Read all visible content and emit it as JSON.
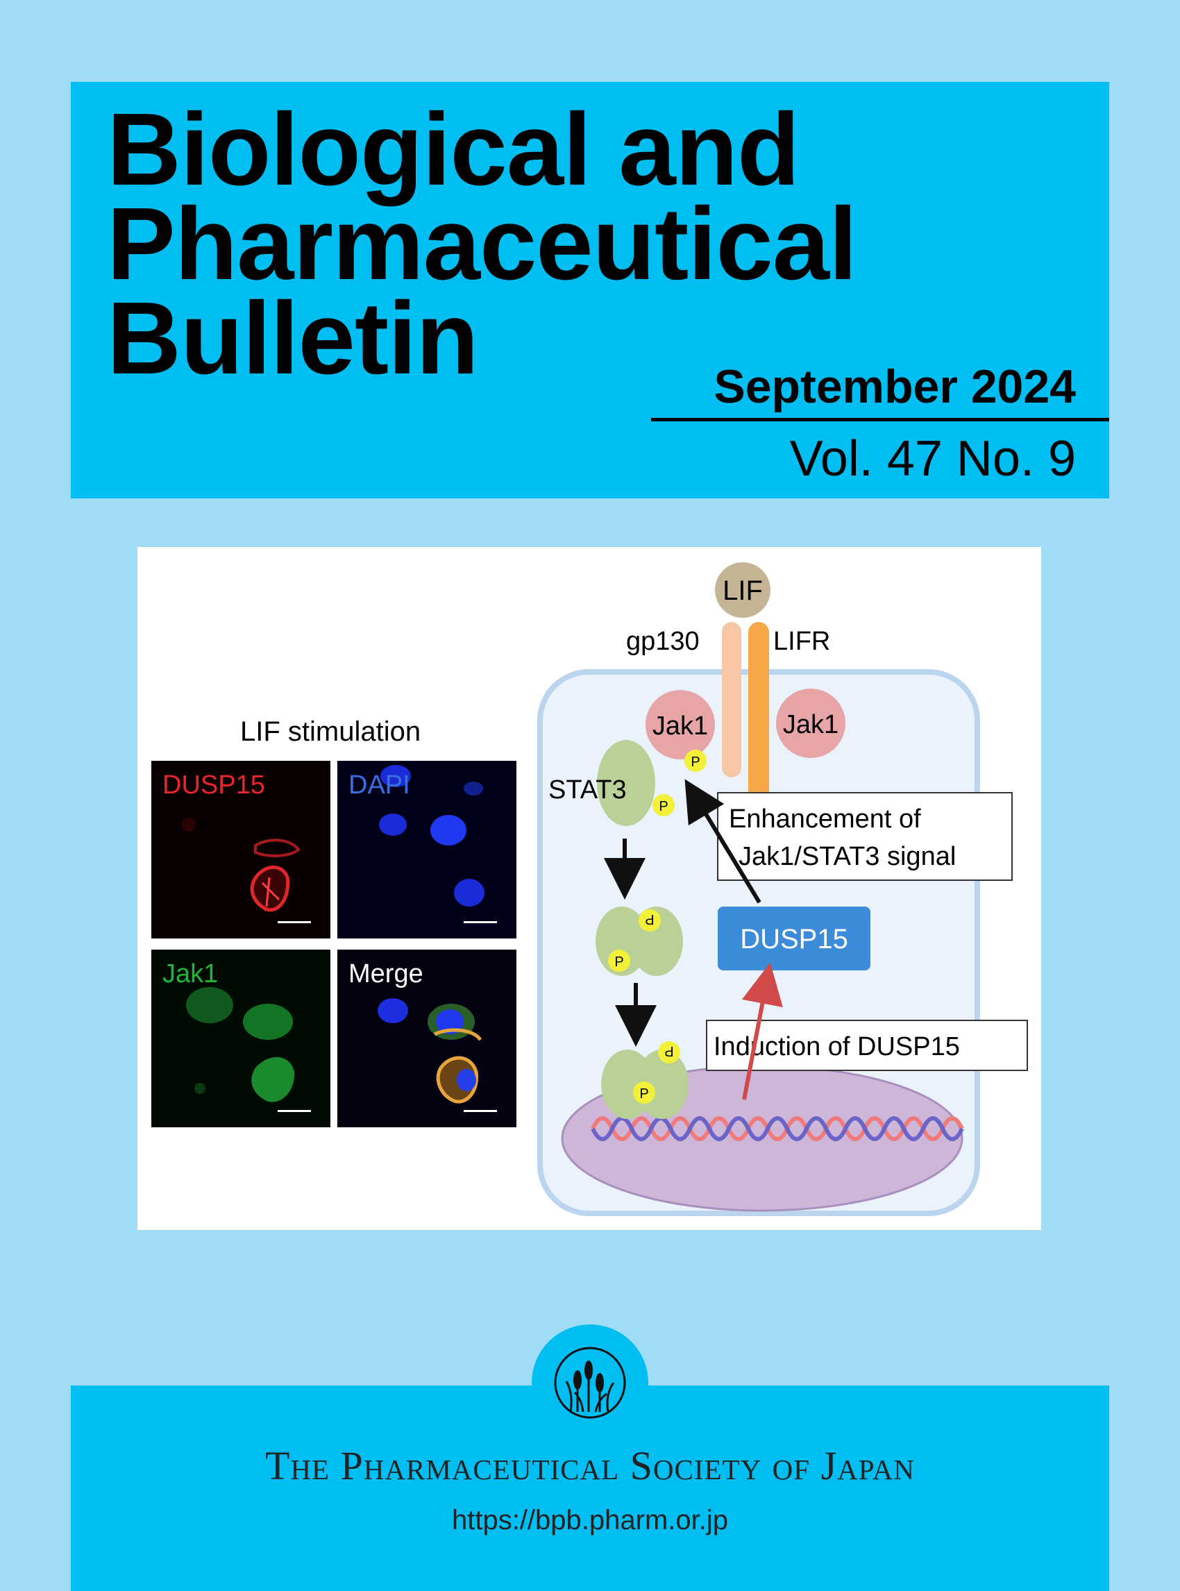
{
  "journal": {
    "title_lines": [
      "Biological and",
      "Pharmaceutical",
      "Bulletin"
    ],
    "issue_date": "September 2024",
    "issue_volume": "Vol. 47 No. 9"
  },
  "figure": {
    "heading": "LIF stimulation",
    "panels": [
      {
        "label": "DUSP15",
        "color": "#e8252b"
      },
      {
        "label": "DAPI",
        "color": "#3b6fe0"
      },
      {
        "label": "Jak1",
        "color": "#22b43a"
      },
      {
        "label": "Merge",
        "color": "#ffffff"
      }
    ],
    "diagram": {
      "ligand": "LIF",
      "receptor_left": "gp130",
      "receptor_right": "LIFR",
      "kinase_left": "Jak1",
      "kinase_right": "Jak1",
      "transcription_factor": "STAT3",
      "phospho": "P",
      "enhancement_box": [
        "Enhancement of",
        "Jak1/STAT3 signal"
      ],
      "dusp15": "DUSP15",
      "induction_box": "Induction of DUSP15"
    }
  },
  "publisher": {
    "name": "The Pharmaceutical Society of Japan",
    "url": "https://bpb.pharm.or.jp",
    "emblem": "cattail-plant-emblem-icon"
  },
  "colors": {
    "background": "#a0dcf6",
    "band": "#00bef2",
    "jak1": "#e8a5a8",
    "stat3": "#b9d196",
    "dusp15_box": "#3d8cd9",
    "phospho": "#f3f03a",
    "lifr": "#f6a849",
    "gp130": "#f7c7a5",
    "lif": "#c4b594",
    "nucleus": "#cdb6d8"
  }
}
